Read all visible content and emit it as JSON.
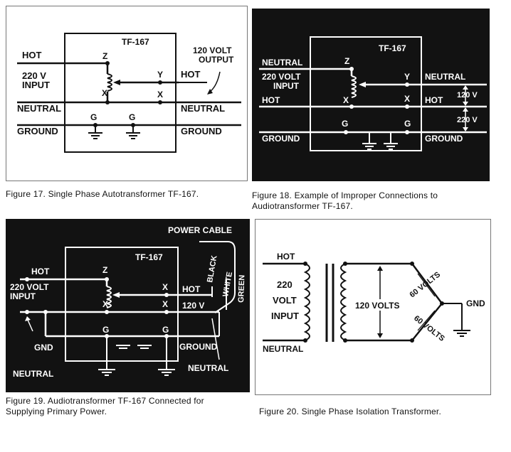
{
  "fig17": {
    "box_label": "TF-167",
    "hot": "HOT",
    "input_l1": "220 V",
    "input_l2": "INPUT",
    "neutral_l": "NEUTRAL",
    "ground_l": "GROUND",
    "tap_z": "Z",
    "tap_x": "X",
    "tap_y": "Y",
    "tap_x2": "X",
    "g1": "G",
    "g2": "G",
    "out_l1": "120 VOLT",
    "out_l2": "OUTPUT",
    "hot_r": "HOT",
    "neutral_r": "NEUTRAL",
    "ground_r": "GROUND",
    "caption": "Figure 17.  Single Phase Autotransformer TF-167."
  },
  "fig18": {
    "box_label": "TF-167",
    "neutral_l": "NEUTRAL",
    "input_l1": "220 VOLT",
    "input_l2": "INPUT",
    "hot_l": "HOT",
    "ground_l": "GROUND",
    "tap_z": "Z",
    "tap_y": "Y",
    "tap_x": "X",
    "tap_x2": "X",
    "g1": "G",
    "g2": "G",
    "neutral_r": "NEUTRAL",
    "hot_r": "HOT",
    "ground_r": "GROUND",
    "v1": "120 V",
    "v2": "220 V",
    "caption_l1": "Figure  18.  Example  of  Improper  Connections  to",
    "caption_l2": "Audiotransformer TF-167."
  },
  "fig19": {
    "power_cable": "POWER CABLE",
    "box_label": "TF-167",
    "hot_l": "HOT",
    "input_l1": "220 VOLT",
    "input_l2": "INPUT",
    "gnd": "GND",
    "neutral_b": "NEUTRAL",
    "tap_z": "Z",
    "tap_x": "X",
    "tap_x2": "X",
    "tap_x3": "X",
    "g1": "G",
    "g2": "G",
    "hot_r": "HOT",
    "volt_r": "120 V",
    "ground_r": "GROUND",
    "neutral_r": "NEUTRAL",
    "black": "BLACK",
    "white": "WHITE",
    "green": "GREEN",
    "caption_l1": "Figure 19.  Audiotransformer TF-167 Connected for",
    "caption_l2": "Supplying Primary Power."
  },
  "fig20": {
    "hot": "HOT",
    "in_l1": "220",
    "in_l2": "VOLT",
    "in_l3": "INPUT",
    "neutral": "NEUTRAL",
    "v120": "120 VOLTS",
    "v60a": "60 VOLTS",
    "v60b": "60 VOLTS",
    "gnd": "GND",
    "caption": "Figure 20.  Single Phase Isolation Transformer."
  },
  "colors": {
    "ink": "#111111",
    "dark_panel": "#121212",
    "paper": "#ffffff"
  }
}
